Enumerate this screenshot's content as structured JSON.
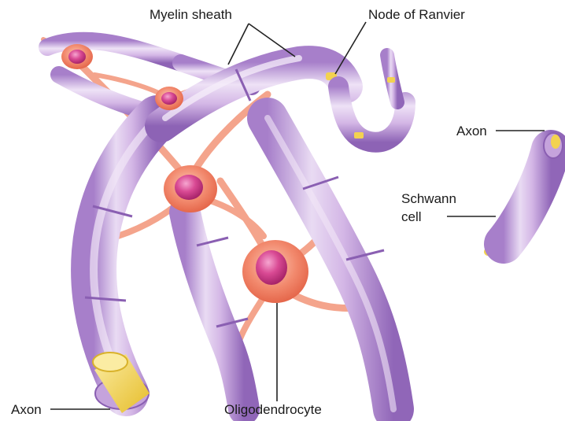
{
  "labels": {
    "myelin_sheath": "Myelin sheath",
    "node_of_ranvier": "Node of Ranvier",
    "axon_right": "Axon",
    "schwann_line1": "Schwann",
    "schwann_line2": "cell",
    "axon_left": "Axon",
    "oligodendrocyte": "Oligodendrocyte"
  },
  "colors": {
    "myelin_fill": "#d9bde8",
    "myelin_light": "#efe2f6",
    "myelin_dark": "#9b72c0",
    "axon_fill": "#f3d250",
    "axon_light": "#fbeca3",
    "cell_body": "#f07f63",
    "cell_process": "#f4a48c",
    "nucleus": "#d63b8a",
    "leader_line": "#222222"
  }
}
